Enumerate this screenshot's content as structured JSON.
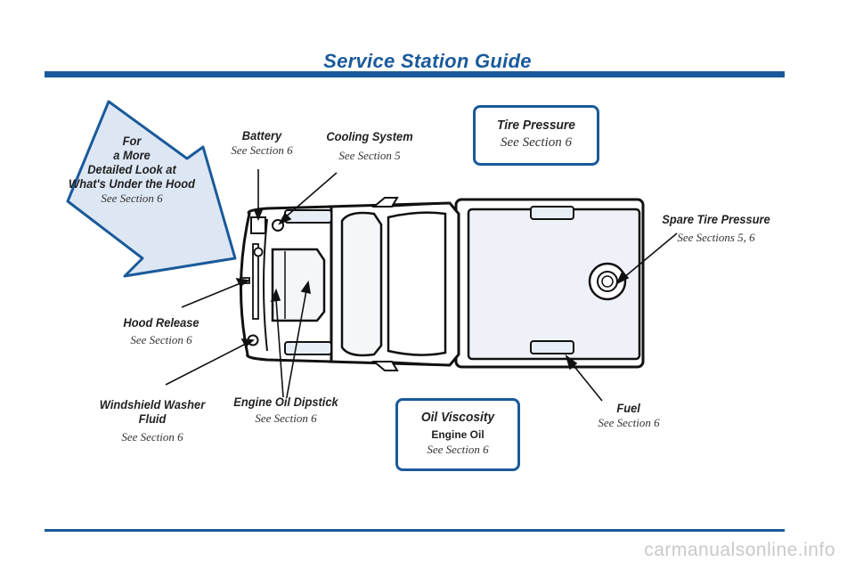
{
  "title": "Service Station Guide",
  "arrow_callout": {
    "line1": "For",
    "line2": "a More",
    "line3": "Detailed Look at",
    "line4": "What's Under the Hood",
    "sub": "See Section 6"
  },
  "battery": {
    "heading": "Battery",
    "sub": "See Section 6"
  },
  "cooling": {
    "heading": "Cooling System",
    "sub": "See Section 5"
  },
  "tire_pressure": {
    "heading": "Tire Pressure",
    "sub": "See Section 6"
  },
  "spare_tire": {
    "heading": "Spare Tire Pressure",
    "sub": "See Sections 5, 6"
  },
  "hood_release": {
    "heading": "Hood Release",
    "sub": "See Section 6"
  },
  "washer": {
    "heading_line1": "Windshield Washer",
    "heading_line2": "Fluid",
    "sub": "See Section 6"
  },
  "dipstick": {
    "heading": "Engine Oil Dipstick",
    "sub": "See Section 6"
  },
  "oil_viscosity": {
    "heading": "Oil Viscosity",
    "line2": "Engine Oil",
    "sub": "See Section 6"
  },
  "fuel": {
    "heading": "Fuel",
    "sub": "See Section 6"
  },
  "watermark": "carmanualsonline.info",
  "colors": {
    "accent": "#1a5a9a",
    "arrow_fill": "#dde7f4",
    "truck_stroke": "#111111"
  }
}
